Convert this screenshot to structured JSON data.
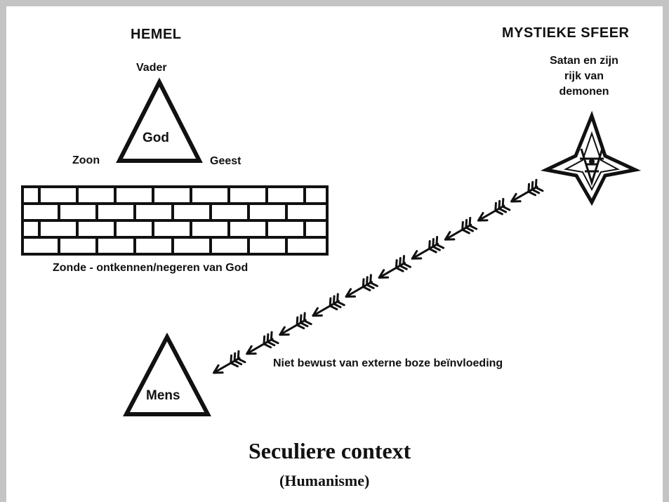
{
  "hemel": {
    "title": "HEMEL",
    "vader": "Vader",
    "god": "God",
    "zoon": "Zoon",
    "geest": "Geest"
  },
  "wall_caption": "Zonde - ontkennen/negeren van God",
  "mystiek": {
    "title": "MYSTIEKE SFEER",
    "satan_line1": "Satan en zijn",
    "satan_line2": "rijk van",
    "satan_line3": "demonen"
  },
  "mens": "Mens",
  "influence_caption": "Niet bewust van externe boze beïnvloeding",
  "footer": {
    "title": "Seculiere context",
    "subtitle": "(Humanisme)"
  }
}
